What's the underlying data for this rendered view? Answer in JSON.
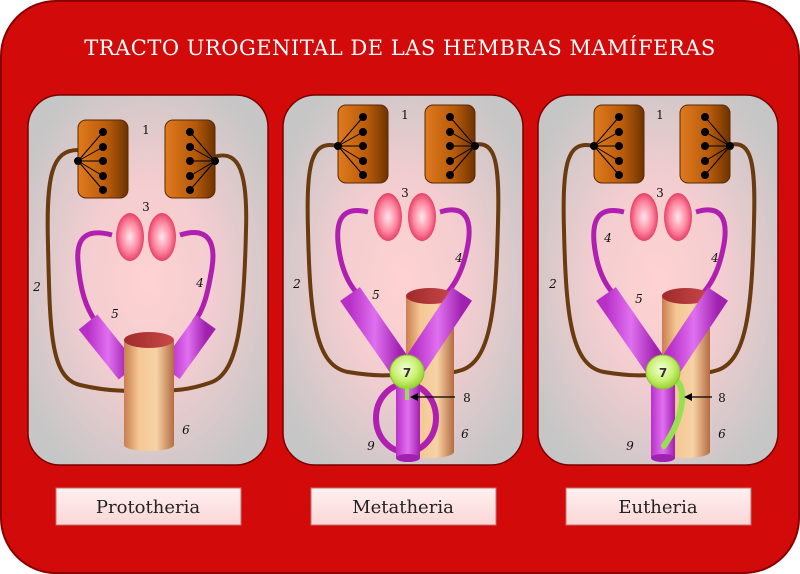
{
  "title": "TRACTO UROGENITAL DE LAS HEMBRAS MAMÍFERAS",
  "colors": {
    "frame": "#d20a0a",
    "panel": "#c6c6c6",
    "gonad": "#c8640a",
    "duct": "#6a3a10",
    "oviduct": "#b020b0",
    "uterus": "#d050e0",
    "ovary": "#ff7090",
    "rectum": "#f2c08c",
    "sinus": "#c8f060",
    "label_box": "#fde2e2"
  },
  "panels": [
    {
      "label": "Prototheria",
      "numbers": {
        "n1": "1",
        "n2": "2",
        "n3": "3",
        "n4": "4",
        "n5": "5",
        "n6": "6"
      }
    },
    {
      "label": "Metatheria",
      "numbers": {
        "n1": "1",
        "n2": "2",
        "n3": "3",
        "n4": "4",
        "n5": "5",
        "n6": "6",
        "n7": "7",
        "n8": "8",
        "n9": "9"
      }
    },
    {
      "label": "Eutheria",
      "numbers": {
        "n1": "1",
        "n2": "2",
        "n3": "3",
        "n4a": "4",
        "n4b": "4",
        "n5": "5",
        "n6": "6",
        "n7": "7",
        "n8": "8",
        "n9": "9"
      }
    }
  ]
}
